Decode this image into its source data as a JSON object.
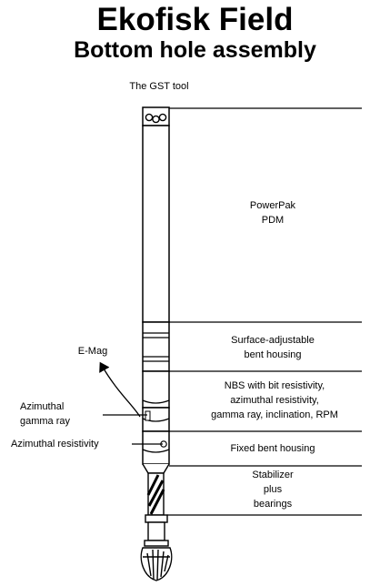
{
  "title": "Ekofisk Field",
  "subtitle": "Bottom hole assembly",
  "labels": {
    "gst_tool": "The GST tool",
    "powerpak": [
      "PowerPak",
      "PDM"
    ],
    "bent_housing": [
      "Surface-adjustable",
      "bent housing"
    ],
    "nbs": [
      "NBS with bit resistivity,",
      "azimuthal resistivity,",
      "gamma ray, inclination, RPM"
    ],
    "fixed_bent": "Fixed bent housing",
    "stabilizer": [
      "Stabilizer",
      "plus",
      "bearings"
    ],
    "emag": "E-Mag",
    "az_gamma": [
      "Azimuthal",
      "gamma ray"
    ],
    "az_resistivity": "Azimuthal resistivity"
  }
}
